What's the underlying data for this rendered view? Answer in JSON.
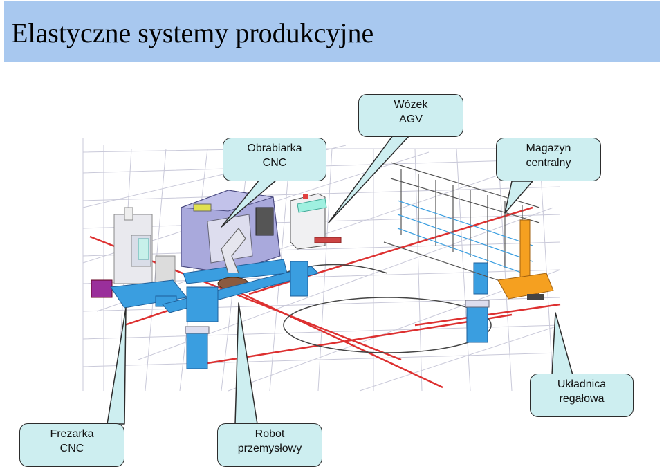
{
  "title": "Elastyczne systemy produkcyjne",
  "callouts": {
    "wozek": {
      "line1": "Wózek",
      "line2": "AGV"
    },
    "obrabiarka": {
      "line1": "Obrabiarka",
      "line2": "CNC"
    },
    "magazyn": {
      "line1": "Magazyn",
      "line2": "centralny"
    },
    "ukladnica": {
      "line1": "Układnica",
      "line2": "regałowa"
    },
    "frezarka": {
      "line1": "Frezarka",
      "line2": "CNC"
    },
    "robot": {
      "line1": "Robot",
      "line2": "przemysłowy"
    }
  },
  "colors": {
    "title_bar": "#a8c8ef",
    "callout_fill": "#cdeef0",
    "floor_grid": "#c8c8d8",
    "red_lines": "#dd3030",
    "machine_blue": "#3a9ee0",
    "machine_lavender": "#a9a9dc",
    "crane_orange": "#f5a020"
  }
}
